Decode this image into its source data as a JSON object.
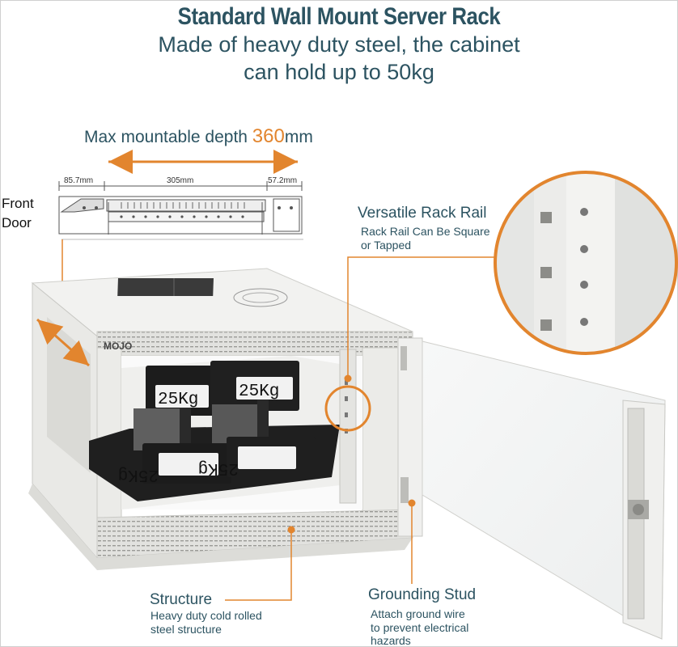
{
  "header": {
    "title": "Standard Wall Mount Server Rack",
    "subtitle_line1": "Made of heavy duty steel, the cabinet",
    "subtitle_line2": "can hold up to 50kg"
  },
  "depth": {
    "prefix": "Max mountable depth ",
    "value": "360",
    "unit": "mm"
  },
  "dimensions": {
    "left": "85.7mm",
    "middle": "305mm",
    "right": "57.2mm"
  },
  "front_door": {
    "line1": "Front",
    "line2": "Door"
  },
  "callouts": {
    "rail": {
      "title": "Versatile Rack Rail",
      "line1": "Rack Rail Can Be Square",
      "line2": "or Tapped"
    },
    "structure": {
      "title": "Structure",
      "line1": "Heavy duty cold rolled",
      "line2": "steel structure"
    },
    "ground": {
      "title": "Grounding Stud",
      "line1": "Attach ground wire",
      "line2": "to prevent electrical",
      "line3": "hazards"
    }
  },
  "weights": [
    "25Kg",
    "25Kg",
    "25Kg",
    "25Kg"
  ],
  "brand": "MOJO",
  "colors": {
    "accent": "#e2852e",
    "heading": "#2c5361",
    "steel": "#ecece9",
    "steel_shadow": "#c9c9c5"
  }
}
